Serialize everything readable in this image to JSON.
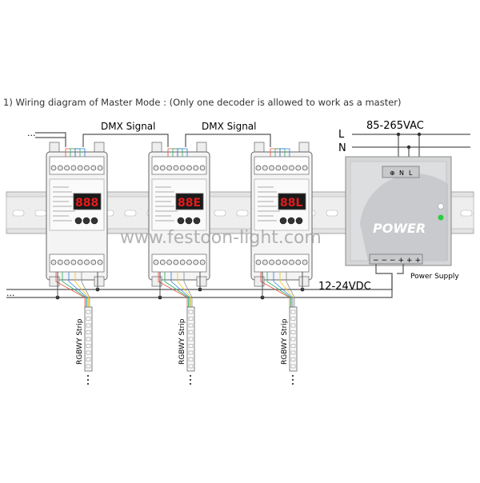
{
  "caption": "1)  Wiring diagram of Master Mode : (Only one decoder is allowed to work as a master)",
  "signals": {
    "dmx_left": "DMX Signal",
    "dmx_right": "DMX Signal"
  },
  "mains": {
    "voltage": "85-265VAC",
    "live": "L",
    "neutral": "N"
  },
  "supply": {
    "brand_text": "POWER",
    "label": "Power Supply",
    "output_voltage": "12-24VDC",
    "terminal_labels": [
      "⊕",
      "N",
      "L"
    ],
    "output_terminals": [
      "−",
      "−",
      "−",
      "+",
      "+",
      "+"
    ]
  },
  "decoders": [
    {
      "display": "888"
    },
    {
      "display": "88E"
    },
    {
      "display": "88L"
    }
  ],
  "strips": [
    {
      "label": "RGBWY Strip"
    },
    {
      "label": "RGBWY Strip"
    },
    {
      "label": "RGBWY Strip"
    }
  ],
  "watermark": "www.festoon-light.com",
  "continuation": "...",
  "colors": {
    "display_red": "#e31b1b",
    "wire": "#555555",
    "rail": "#d9d9d9",
    "power_box": "#d4d6d8"
  }
}
